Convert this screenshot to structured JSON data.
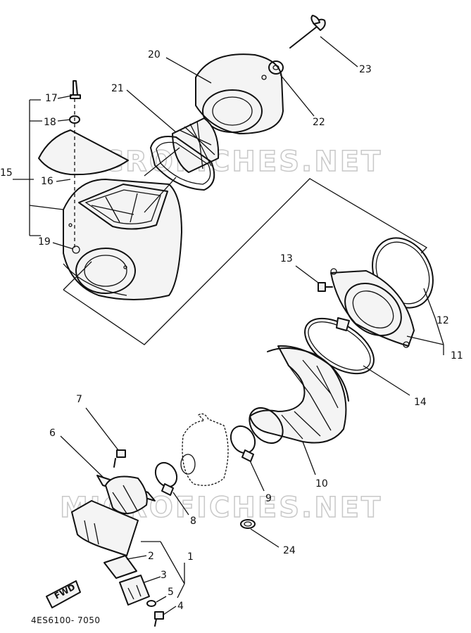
{
  "watermark": "MICROFICHES.NET",
  "diagram_code": "4ES6100- 7050",
  "fwd_label": "FWD",
  "callouts": [
    "1",
    "2",
    "3",
    "4",
    "5",
    "6",
    "7",
    "8",
    "9",
    "10",
    "11",
    "12",
    "13",
    "14",
    "15",
    "16",
    "17",
    "18",
    "19",
    "20",
    "21",
    "22",
    "23",
    "24"
  ]
}
